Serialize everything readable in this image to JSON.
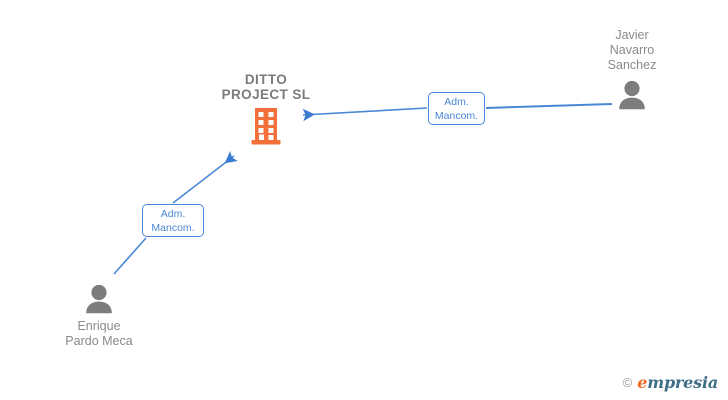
{
  "diagram": {
    "type": "corporate-relationship-graph",
    "background_color": "#ffffff",
    "accent_color": "#4a87d6",
    "company_color": "#f4703a",
    "person_color": "#7d7d7d",
    "label_color": "#8a8a8a"
  },
  "company": {
    "name": "DITTO\nPROJECT  SL",
    "icon": "building-icon"
  },
  "people": [
    {
      "id": "javier-navarro-sanchez",
      "name": "Javier\nNavarro\nSanchez",
      "icon": "person-icon"
    },
    {
      "id": "enrique-pardo-meca",
      "name": "Enrique\nPardo Meca",
      "icon": "person-icon"
    }
  ],
  "relations": [
    {
      "id": "relation-javier",
      "label": "Adm.\nMancom.",
      "from": "javier-navarro-sanchez",
      "to": "ditto-project-sl"
    },
    {
      "id": "relation-enrique",
      "label": "Adm.\nMancom.",
      "from": "enrique-pardo-meca",
      "to": "ditto-project-sl"
    }
  ],
  "watermark": {
    "copyright": "©",
    "brand_first": "e",
    "brand_rest": "mpresia"
  }
}
